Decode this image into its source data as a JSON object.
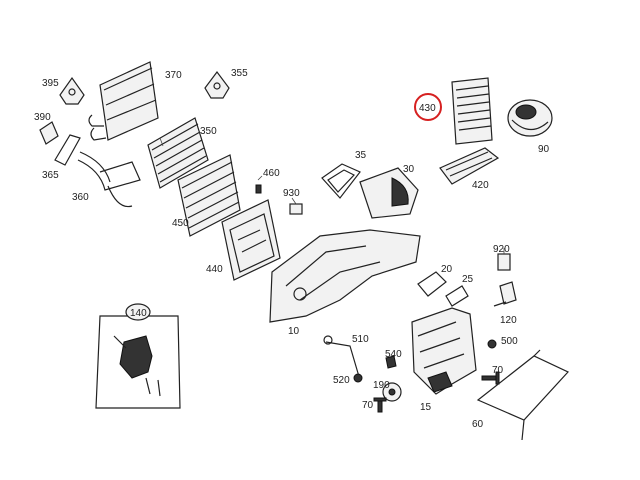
{
  "labels": {
    "p395": "395",
    "p370": "370",
    "p355": "355",
    "p390": "390",
    "p350": "350",
    "p365": "365",
    "p360": "360",
    "p450": "450",
    "p460": "460",
    "p930": "930",
    "p440": "440",
    "p35": "35",
    "p30": "30",
    "p430": "430",
    "p90": "90",
    "p420": "420",
    "p920": "920",
    "p20": "20",
    "p25": "25",
    "p120": "120",
    "p10": "10",
    "p140": "140",
    "p510": "510",
    "p540": "540",
    "p500": "500",
    "p520": "520",
    "p190": "190",
    "p70a": "70",
    "p70b": "70",
    "p15": "15",
    "p60": "60"
  },
  "highlight": {
    "color": "#d62020",
    "part": "430"
  }
}
